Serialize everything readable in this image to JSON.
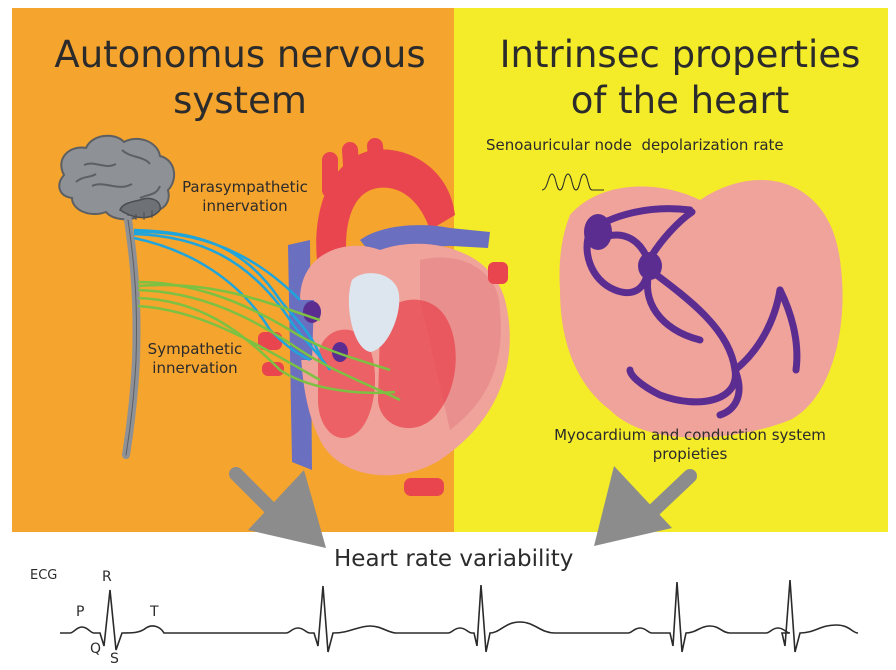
{
  "left_panel": {
    "title_line1": "Autonomus nervous",
    "title_line2": "system",
    "parasympathetic_line1": "Parasympathetic",
    "parasympathetic_line2": "innervation",
    "sympathetic_line1": "Sympathetic",
    "sympathetic_line2": "innervation"
  },
  "right_panel": {
    "title_line1": "Intrinsec properties",
    "title_line2": "of the heart",
    "node_label": "Senoauricular node  depolarization rate",
    "myocardium_line1": "Myocardium and conduction system",
    "myocardium_line2": "propieties"
  },
  "bottom": {
    "hrv_label": "Heart rate variability",
    "ecg_label": "ECG",
    "wave_p": "P",
    "wave_q": "Q",
    "wave_r": "R",
    "wave_s": "S",
    "wave_t": "T"
  },
  "colors": {
    "left_bg": "#f5a42e",
    "right_bg": "#f4eb29",
    "parasympathetic": "#1fa5dc",
    "sympathetic": "#7cc142",
    "conduction": "#5b2d91",
    "heart_red": "#e8454f",
    "heart_pink": "#f0a39a",
    "vein_blue": "#6a6fc0",
    "arrow_gray": "#8c8c8c"
  }
}
